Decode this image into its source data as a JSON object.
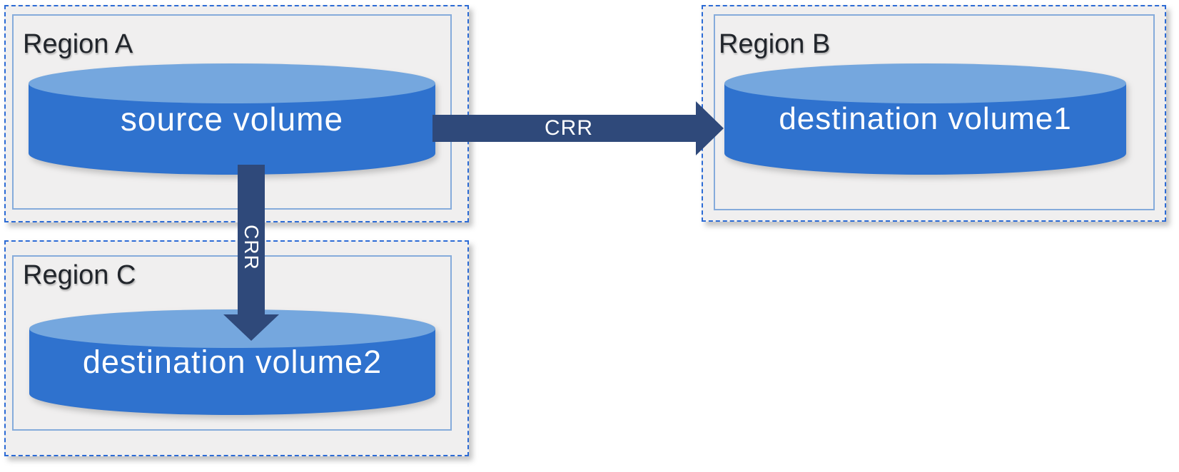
{
  "regions": [
    {
      "label": "Region A",
      "volume": {
        "label": "source volume"
      }
    },
    {
      "label": "Region B",
      "volume": {
        "label": "destination volume1"
      }
    },
    {
      "label": "Region C",
      "volume": {
        "label": "destination volume2"
      }
    }
  ],
  "arrows": [
    {
      "label": "CRR",
      "from": "source volume",
      "to": "destination volume1",
      "direction": "right"
    },
    {
      "label": "CRR",
      "from": "source volume",
      "to": "destination volume2",
      "direction": "down"
    }
  ],
  "colors": {
    "cylinder_body": "#2F72CE",
    "cylinder_top": "#75A7DE",
    "arrow": "#2F497A",
    "region_background": "#F0EFEF",
    "region_dashed_border": "#2C6BD5",
    "region_inner_border": "#85ABDB",
    "region_label_text": "#21252B",
    "volume_label_text": "#FFFFFF"
  }
}
